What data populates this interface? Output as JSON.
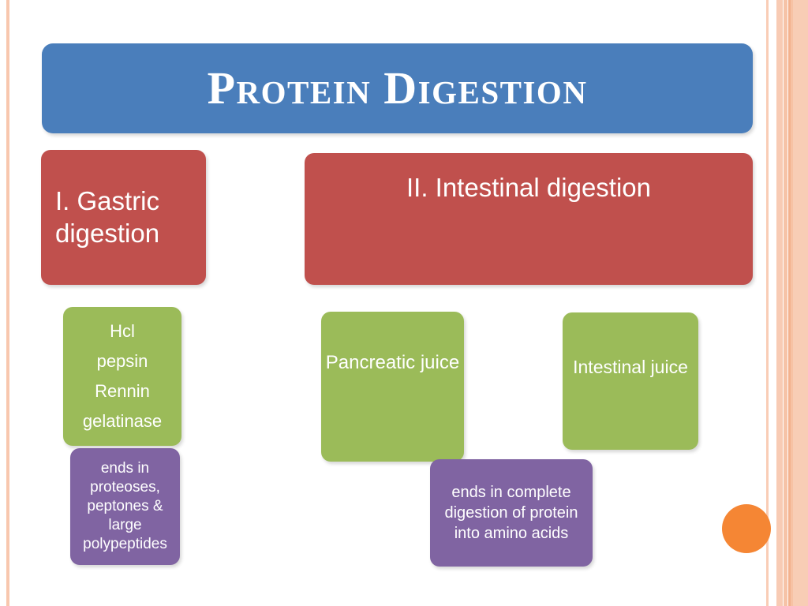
{
  "slide": {
    "title": "Protein Digestion",
    "background_color": "#FFFFFF"
  },
  "theme": {
    "title_blue": "#4A7EBB",
    "header_red": "#C0504D",
    "detail_green": "#9BBB59",
    "outcome_purple": "#8064A2",
    "accent_orange": "#F58634",
    "border_peach": "#F8CBB4",
    "text_white": "#FFFFFF"
  },
  "decor": {
    "left_stripe": "left-edge-peach-line",
    "right_bands": "right-edge-peach-bands",
    "accent_circle": "orange-circle"
  },
  "sections": {
    "gastric": {
      "header": "I. Gastric digestion",
      "agents": [
        "Hcl",
        "pepsin",
        "Rennin",
        "gelatinase"
      ],
      "outcome": "ends in proteoses, peptones & large polypeptides"
    },
    "intestinal": {
      "header": "II. Intestinal digestion",
      "sources": [
        {
          "label": "Pancreatic juice"
        },
        {
          "label": "Intestinal juice"
        }
      ],
      "outcome": "ends in complete digestion of protein into amino acids"
    }
  }
}
